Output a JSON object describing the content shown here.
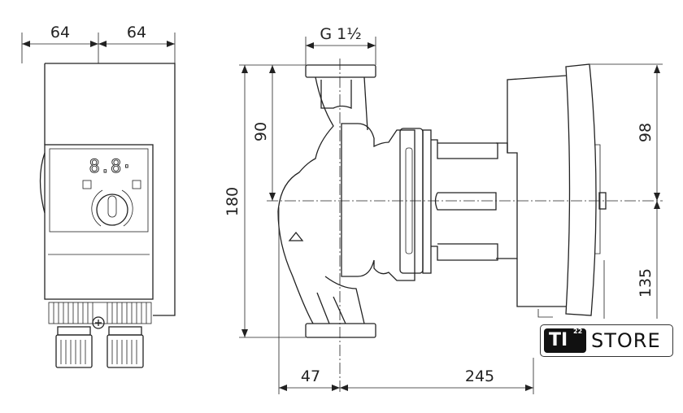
{
  "front_view": {
    "dim_left": "64",
    "dim_right": "64",
    "display_text": "8.8·"
  },
  "side_view": {
    "dim_connection": "G 1½",
    "dim_height_total": "180",
    "dim_height_half": "90",
    "dim_motor_top": "98",
    "dim_motor_bottom": "135",
    "dim_depth_front": "47",
    "dim_depth_rear": "245"
  },
  "logo": {
    "badge": "TI",
    "superscript": "22",
    "word": "STORE"
  }
}
